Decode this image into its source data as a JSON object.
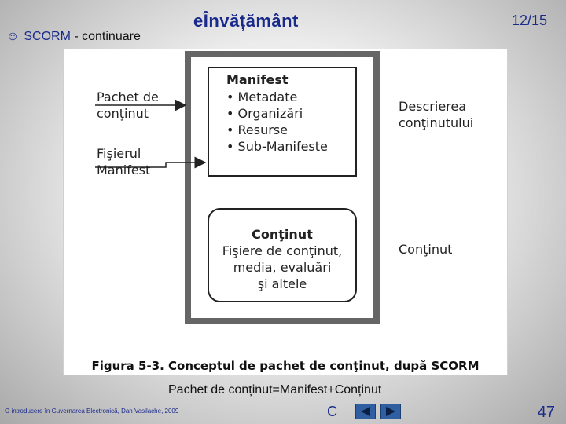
{
  "header": {
    "section_icon": "☺",
    "section_highlight": "SCORM",
    "section_rest": " - continuare",
    "app_title": "eÎnvățământ",
    "slide_counter": "12/15"
  },
  "figure": {
    "left_labels": [
      "Pachet de conţinut",
      "Fişierul Manifest"
    ],
    "left_label_lines": [
      [
        "Pachet de",
        "conţinut"
      ],
      [
        "Fişierul",
        "Manifest"
      ]
    ],
    "manifest": {
      "title": "Manifest",
      "items": [
        "Metadate",
        "Organizări",
        "Resurse",
        "Sub-Manifeste"
      ]
    },
    "content": {
      "title": "Conţinut",
      "lines": [
        "Fişiere de conţinut,",
        "media, evaluări",
        "şi altele"
      ]
    },
    "right_labels": {
      "manifest_desc_lines": [
        "Descrierea",
        "conţinutului"
      ],
      "content_desc": "Conţinut"
    },
    "caption": "Figura 5-3. Conceptul de pachet de conţinut, după SCORM"
  },
  "subtitle": "Pachet de conținut=Manifest+Conținut",
  "footer": {
    "note": "O introducere în Guvernarea Electronică, Dan Vasilache, 2009",
    "c_link": "C",
    "slide_number": "47"
  },
  "colors": {
    "accent": "#1a2a8a",
    "nav_button": "#2f5fa0"
  }
}
